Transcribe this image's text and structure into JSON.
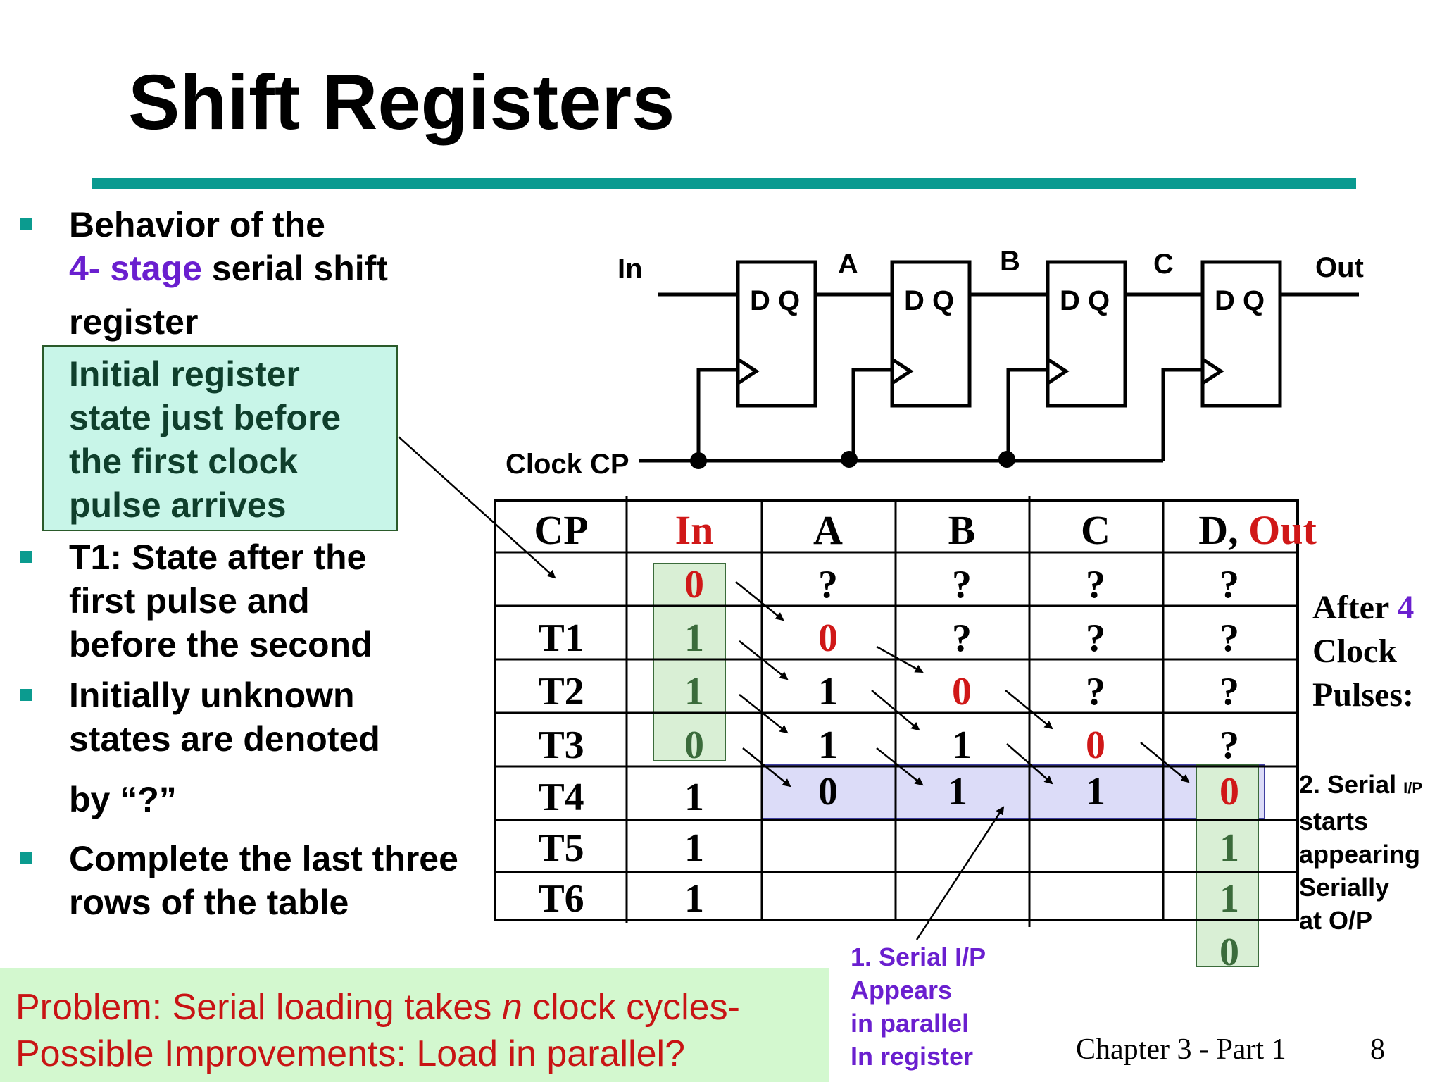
{
  "title": "Shift Registers",
  "bullets": [
    {
      "lines": [
        [
          "Behavior of the"
        ],
        [
          "4- stage",
          " serial shift"
        ],
        [
          "register"
        ]
      ]
    },
    {
      "lines": [
        [
          "T1: State after the"
        ],
        [
          "first pulse and"
        ],
        [
          "before the second"
        ]
      ]
    },
    {
      "lines": [
        [
          "Initially unknown"
        ],
        [
          "states are denoted"
        ],
        [
          "by “?”"
        ]
      ]
    },
    {
      "lines": [
        [
          "Complete the last three"
        ],
        [
          "rows of the table"
        ]
      ]
    }
  ],
  "note": [
    "Initial register",
    "state just before",
    "the first clock",
    "pulse arrives"
  ],
  "circuit": {
    "in_label": "In",
    "out_label": "Out",
    "clock_label": "Clock CP",
    "node_labels": [
      "A",
      "B",
      "C"
    ],
    "ff_label": "D Q"
  },
  "table": {
    "headers": [
      "CP",
      "In",
      "A",
      "B",
      "C",
      "D, ",
      "Out"
    ],
    "rows": [
      {
        "cp": "",
        "in": "0",
        "a": "?",
        "b": "?",
        "c": "?",
        "d": "?"
      },
      {
        "cp": "T1",
        "in": "1",
        "a": "0",
        "b": "?",
        "c": "?",
        "d": "?"
      },
      {
        "cp": "T2",
        "in": "1",
        "a": "1",
        "b": "0",
        "c": "?",
        "d": "?"
      },
      {
        "cp": "T3",
        "in": "0",
        "a": "1",
        "b": "1",
        "c": "0",
        "d": "?"
      },
      {
        "cp": "T4",
        "in": "1",
        "a": "0",
        "b": "1",
        "c": "1",
        "d": "0"
      },
      {
        "cp": "T5",
        "in": "1",
        "a": "",
        "b": "",
        "c": "",
        "d": "1"
      },
      {
        "cp": "T6",
        "in": "1",
        "a": "",
        "b": "",
        "c": "",
        "d": "1"
      }
    ],
    "extra_out": "0"
  },
  "after_text": [
    "After ",
    "4",
    "Clock",
    "Pulses:"
  ],
  "callout_serial_out": [
    "2. Serial ",
    "I/P",
    "starts",
    "appearing",
    "Serially",
    "at O/P"
  ],
  "callout_parallel": [
    "1. Serial I/P",
    "Appears",
    "in parallel",
    "In register"
  ],
  "problem": {
    "line1_a": "Problem: Serial loading takes ",
    "line1_n": "n",
    "line1_b": " clock cycles-",
    "line2": "Possible Improvements: Load in parallel?"
  },
  "footer": "Chapter 3 - Part 1",
  "page_number": "8",
  "colors": {
    "teal": "#099a90",
    "red": "#d01818",
    "purple": "#6a1fcf",
    "green_digit": "#3b6b3b",
    "note_bg": "#c8f5e8",
    "problem_bg": "#d3f8cf",
    "highlight": "#dcdcf8"
  }
}
